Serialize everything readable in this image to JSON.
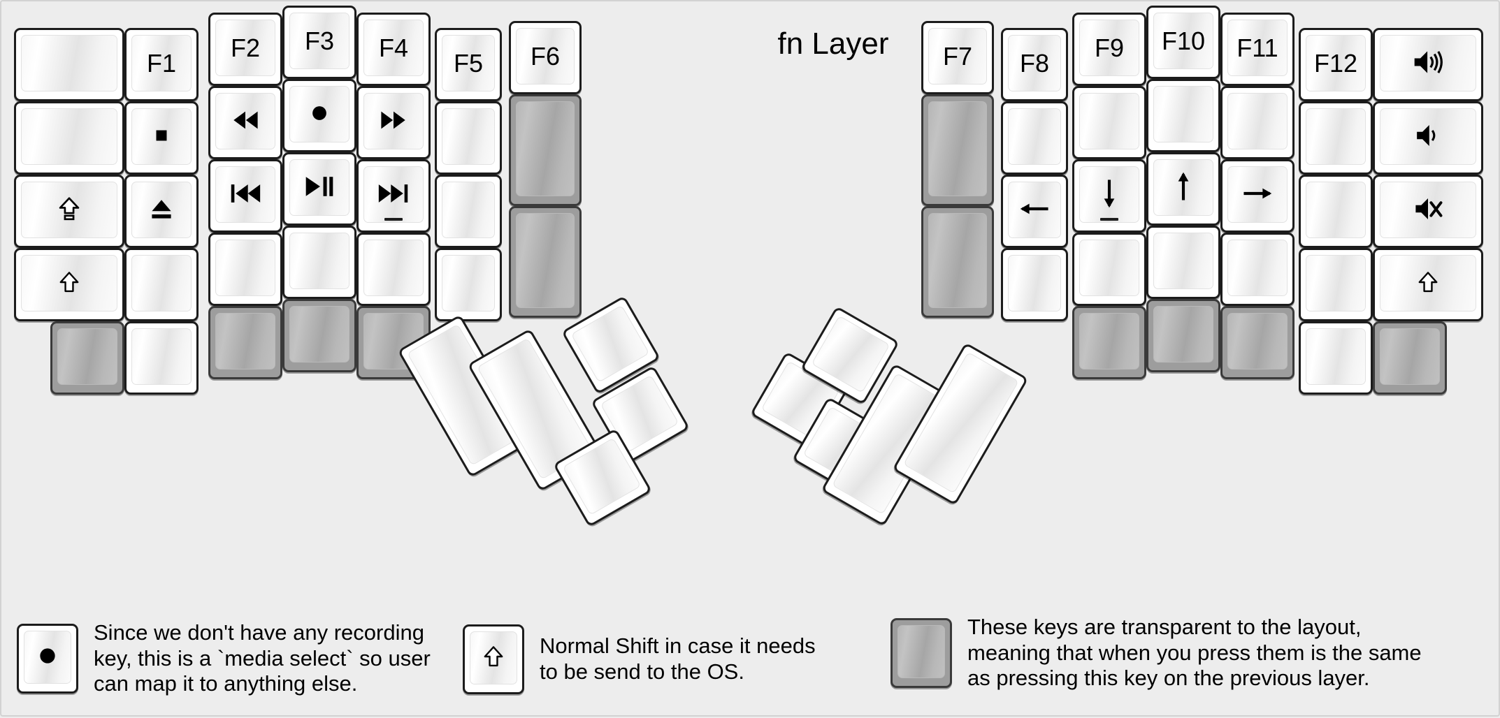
{
  "title": "fn Layer",
  "colors": {
    "background": "#ededed",
    "keycap_white": "#ffffff",
    "keycap_transparent": "#9d9d9d",
    "outline": "#1c1c1c",
    "text": "#000000"
  },
  "legend": [
    {
      "icon": "record-circle-icon",
      "glyph": "●",
      "text": "Since we don't have any recording\nkey, this is a `media select` so user\ncan map it to anything else.",
      "key_style": "white"
    },
    {
      "icon": "shift-arrow-icon",
      "glyph": "⇧",
      "text": "Normal Shift in case it needs\nto be send to the OS.",
      "key_style": "white"
    },
    {
      "icon": "blank-icon",
      "glyph": "",
      "text": "These keys are transparent to the layout,\nmeaning that when you press them is the same\nas pressing this key on the previous layer.",
      "key_style": "transparent"
    }
  ],
  "left_half": {
    "columns": [
      {
        "name": "pinky-outer-column",
        "keys": [
          {
            "label": "",
            "icon": "blank-key",
            "style": "white"
          },
          {
            "label": "",
            "icon": "blank-key",
            "style": "white"
          },
          {
            "label": "⇪",
            "icon": "caps-lock-icon",
            "style": "white"
          },
          {
            "label": "⇧",
            "icon": "shift-icon",
            "style": "white"
          },
          {
            "label": "",
            "icon": "transparent-key",
            "style": "transparent"
          }
        ]
      },
      {
        "name": "pinky-column",
        "keys": [
          {
            "label": "F1",
            "icon": "f1-key",
            "style": "white"
          },
          {
            "label": "■",
            "icon": "media-stop-icon",
            "style": "white"
          },
          {
            "label": "⏏",
            "icon": "media-eject-icon",
            "style": "white"
          },
          {
            "label": "",
            "icon": "blank-key",
            "style": "white"
          },
          {
            "label": "",
            "icon": "blank-key",
            "style": "white"
          }
        ]
      },
      {
        "name": "ring-column",
        "keys": [
          {
            "label": "F2",
            "icon": "f2-key",
            "style": "white"
          },
          {
            "label": "⏪",
            "icon": "media-rewind-icon",
            "style": "white"
          },
          {
            "label": "⏮",
            "icon": "media-previous-icon",
            "style": "white"
          },
          {
            "label": "",
            "icon": "blank-key",
            "style": "white"
          },
          {
            "label": "",
            "icon": "transparent-key",
            "style": "transparent"
          }
        ]
      },
      {
        "name": "middle-column",
        "keys": [
          {
            "label": "F3",
            "icon": "f3-key",
            "style": "white"
          },
          {
            "label": "●",
            "icon": "media-record-icon",
            "style": "white"
          },
          {
            "label": "▶‖",
            "icon": "media-play-pause-icon",
            "style": "white"
          },
          {
            "label": "",
            "icon": "blank-key",
            "style": "white"
          },
          {
            "label": "",
            "icon": "transparent-key",
            "style": "transparent"
          }
        ]
      },
      {
        "name": "index-column",
        "keys": [
          {
            "label": "F4",
            "icon": "f4-key",
            "style": "white"
          },
          {
            "label": "⏩",
            "icon": "media-fast-forward-icon",
            "style": "white"
          },
          {
            "label": "⏭",
            "icon": "media-next-icon",
            "style": "white",
            "underline": true
          },
          {
            "label": "",
            "icon": "blank-key",
            "style": "white"
          },
          {
            "label": "",
            "icon": "transparent-key",
            "style": "transparent"
          }
        ]
      },
      {
        "name": "index-inner-column",
        "keys": [
          {
            "label": "F5",
            "icon": "f5-key",
            "style": "white"
          },
          {
            "label": "",
            "icon": "blank-key",
            "style": "white"
          },
          {
            "label": "",
            "icon": "blank-key",
            "style": "white"
          },
          {
            "label": "",
            "icon": "blank-key",
            "style": "white"
          }
        ]
      },
      {
        "name": "inner-tall-column",
        "keys": [
          {
            "label": "F6",
            "icon": "f6-key",
            "style": "white"
          },
          {
            "label": "",
            "icon": "transparent-tall-key",
            "style": "transparent"
          },
          {
            "label": "",
            "icon": "transparent-tall-key",
            "style": "transparent"
          }
        ]
      }
    ],
    "thumb_cluster": {
      "name": "left-thumb-cluster",
      "keys": [
        {
          "label": "",
          "icon": "thumb-large-key"
        },
        {
          "label": "",
          "icon": "thumb-large-key"
        },
        {
          "label": "",
          "icon": "thumb-small-key"
        },
        {
          "label": "",
          "icon": "thumb-small-key"
        },
        {
          "label": "",
          "icon": "thumb-small-key"
        }
      ]
    }
  },
  "right_half": {
    "columns": [
      {
        "name": "inner-tall-column",
        "keys": [
          {
            "label": "F7",
            "icon": "f7-key",
            "style": "white"
          },
          {
            "label": "",
            "icon": "transparent-tall-key",
            "style": "transparent"
          },
          {
            "label": "",
            "icon": "transparent-tall-key",
            "style": "transparent"
          }
        ]
      },
      {
        "name": "index-inner-column",
        "keys": [
          {
            "label": "F8",
            "icon": "f8-key",
            "style": "white"
          },
          {
            "label": "",
            "icon": "blank-key",
            "style": "white"
          },
          {
            "label": "←",
            "icon": "arrow-left-icon",
            "style": "white"
          },
          {
            "label": "",
            "icon": "blank-key",
            "style": "white"
          }
        ]
      },
      {
        "name": "index-column",
        "keys": [
          {
            "label": "F9",
            "icon": "f9-key",
            "style": "white"
          },
          {
            "label": "",
            "icon": "blank-key",
            "style": "white"
          },
          {
            "label": "↓",
            "icon": "arrow-down-icon",
            "style": "white",
            "underline": true
          },
          {
            "label": "",
            "icon": "blank-key",
            "style": "white"
          },
          {
            "label": "",
            "icon": "transparent-key",
            "style": "transparent"
          }
        ]
      },
      {
        "name": "middle-column",
        "keys": [
          {
            "label": "F10",
            "icon": "f10-key",
            "style": "white"
          },
          {
            "label": "",
            "icon": "blank-key",
            "style": "white"
          },
          {
            "label": "↑",
            "icon": "arrow-up-icon",
            "style": "white"
          },
          {
            "label": "",
            "icon": "blank-key",
            "style": "white"
          },
          {
            "label": "",
            "icon": "transparent-key",
            "style": "transparent"
          }
        ]
      },
      {
        "name": "ring-column",
        "keys": [
          {
            "label": "F11",
            "icon": "f11-key",
            "style": "white"
          },
          {
            "label": "",
            "icon": "blank-key",
            "style": "white"
          },
          {
            "label": "→",
            "icon": "arrow-right-icon",
            "style": "white"
          },
          {
            "label": "",
            "icon": "blank-key",
            "style": "white"
          },
          {
            "label": "",
            "icon": "transparent-key",
            "style": "transparent"
          }
        ]
      },
      {
        "name": "pinky-column",
        "keys": [
          {
            "label": "F12",
            "icon": "f12-key",
            "style": "white"
          },
          {
            "label": "",
            "icon": "blank-key",
            "style": "white"
          },
          {
            "label": "",
            "icon": "blank-key",
            "style": "white"
          },
          {
            "label": "",
            "icon": "blank-key",
            "style": "white"
          },
          {
            "label": "",
            "icon": "blank-key",
            "style": "white"
          }
        ]
      },
      {
        "name": "pinky-outer-column",
        "keys": [
          {
            "label": "🔊",
            "icon": "volume-up-icon",
            "style": "white"
          },
          {
            "label": "🔉",
            "icon": "volume-down-icon",
            "style": "white"
          },
          {
            "label": "🔇",
            "icon": "volume-mute-icon",
            "style": "white"
          },
          {
            "label": "⇧",
            "icon": "shift-icon",
            "style": "white"
          },
          {
            "label": "",
            "icon": "transparent-key",
            "style": "transparent"
          }
        ]
      }
    ],
    "thumb_cluster": {
      "name": "right-thumb-cluster",
      "keys": [
        {
          "label": "",
          "icon": "thumb-small-key"
        },
        {
          "label": "",
          "icon": "thumb-small-key"
        },
        {
          "label": "",
          "icon": "thumb-small-key"
        },
        {
          "label": "",
          "icon": "thumb-large-key"
        },
        {
          "label": "",
          "icon": "thumb-large-key"
        }
      ]
    }
  }
}
